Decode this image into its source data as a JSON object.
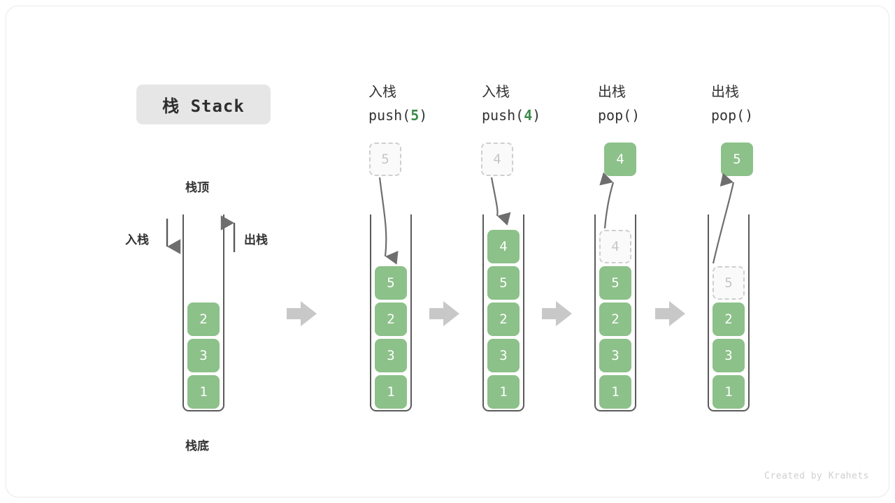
{
  "title": {
    "badge": "栈 Stack"
  },
  "legend": {
    "top_label": "栈顶",
    "bottom_label": "栈底",
    "push_label": "入栈",
    "pop_label": "出栈"
  },
  "steps": [
    {
      "id": "initial",
      "op_cn": "",
      "op_code_prefix": "",
      "op_code_num": "",
      "op_code_suffix": "",
      "stack": [
        "1",
        "3",
        "2"
      ],
      "ghost_top": null,
      "float_cell": null
    },
    {
      "id": "push-5",
      "op_cn": "入栈",
      "op_code_prefix": "push(",
      "op_code_num": "5",
      "op_code_suffix": ")",
      "stack": [
        "1",
        "3",
        "2",
        "5"
      ],
      "ghost_top": null,
      "float_cell": {
        "value": "5",
        "style": "ghost"
      }
    },
    {
      "id": "push-4",
      "op_cn": "入栈",
      "op_code_prefix": "push(",
      "op_code_num": "4",
      "op_code_suffix": ")",
      "stack": [
        "1",
        "3",
        "2",
        "5",
        "4"
      ],
      "ghost_top": null,
      "float_cell": {
        "value": "4",
        "style": "ghost"
      }
    },
    {
      "id": "pop-4",
      "op_cn": "出栈",
      "op_code_prefix": "pop(",
      "op_code_num": "",
      "op_code_suffix": ")",
      "stack": [
        "1",
        "3",
        "2",
        "5"
      ],
      "ghost_top": "4",
      "float_cell": {
        "value": "4",
        "style": "solid"
      }
    },
    {
      "id": "pop-5",
      "op_cn": "出栈",
      "op_code_prefix": "pop(",
      "op_code_num": "",
      "op_code_suffix": ")",
      "stack": [
        "1",
        "3",
        "2"
      ],
      "ghost_top": "5",
      "float_cell": {
        "value": "5",
        "style": "solid"
      }
    }
  ],
  "colors": {
    "cell_green": "#8cc18a",
    "accent_green": "#3d8b48",
    "arrow_gray": "#c8c8c8",
    "line_gray": "#7a7a7a",
    "badge_gray": "#e6e6e6",
    "ghost_gray": "#c6c6c6"
  },
  "credit": "Created by Krahets"
}
